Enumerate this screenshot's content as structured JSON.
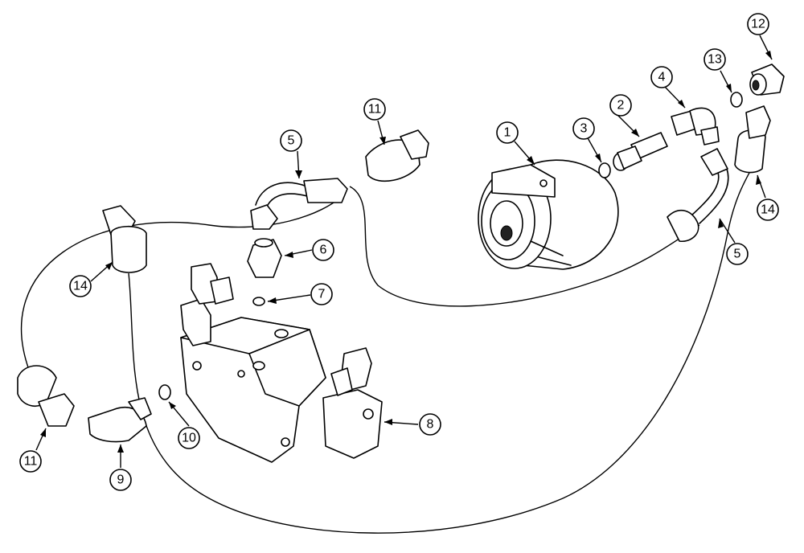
{
  "callouts": {
    "c1": "1",
    "c2": "2",
    "c3": "3",
    "c4": "4",
    "c5a": "5",
    "c5b": "5",
    "c6": "6",
    "c7": "7",
    "c8": "8",
    "c9": "9",
    "c10": "10",
    "c11a": "11",
    "c11b": "11",
    "c12": "12",
    "c13": "13",
    "c14a": "14",
    "c14b": "14"
  }
}
